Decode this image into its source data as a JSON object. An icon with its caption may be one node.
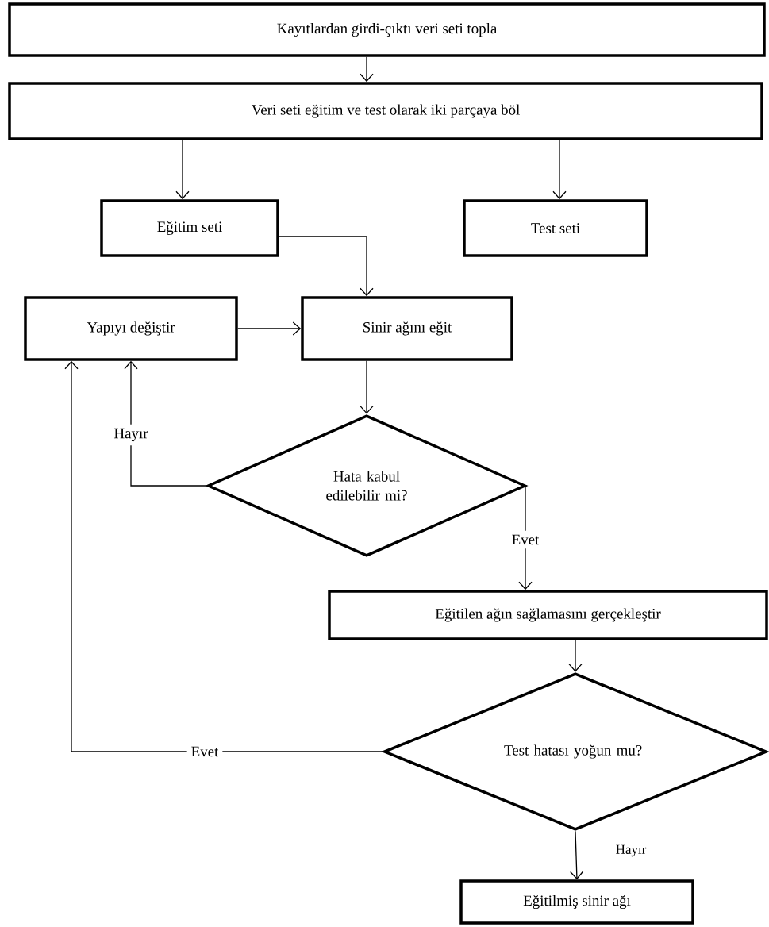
{
  "diagram": {
    "nodes": [
      {
        "text": [
          "Kayıtlardan girdi-çıktı veri seti topla"
        ]
      },
      {
        "text": [
          "Veri seti eğitim ve test olarak iki parçaya böl"
        ]
      },
      {
        "text": [
          "Eğitim seti"
        ]
      },
      {
        "text": [
          "Test seti"
        ]
      },
      {
        "text": [
          "Yapıyı değiştir"
        ]
      },
      {
        "text": [
          "Sinir ağını eğit"
        ]
      },
      {
        "text": [
          "Hata kabul edilebilir mi?"
        ]
      },
      {
        "text": [
          "Eğitilen ağın sağlamasını gerçekleştir"
        ]
      },
      {
        "text": [
          "Test hatası yoğun mu?"
        ]
      },
      {
        "text": [
          "Eğitilmiş sinir ağı"
        ]
      }
    ],
    "edges": [
      {
        "from": 0,
        "to": 1,
        "arrow": "to"
      },
      {
        "from": 1,
        "to": 2,
        "arrow": "to"
      },
      {
        "from": 1,
        "to": 3,
        "arrow": "to"
      },
      {
        "from": 2,
        "to": 5,
        "arrow": "to"
      },
      {
        "from": 4,
        "to": 5,
        "arrow": "to"
      },
      {
        "from": 5,
        "to": 6,
        "arrow": "to"
      },
      {
        "from": 6,
        "to": 4,
        "arrow": "to",
        "label": "Hayır"
      },
      {
        "from": 6,
        "to": 7,
        "arrow": "to",
        "label": "Evet"
      },
      {
        "from": 7,
        "to": 8,
        "arrow": "to"
      },
      {
        "from": 8,
        "to": 4,
        "arrow": "to",
        "label": "Evet"
      },
      {
        "from": 8,
        "to": 9,
        "arrow": "to",
        "label": "Hayır"
      }
    ]
  }
}
